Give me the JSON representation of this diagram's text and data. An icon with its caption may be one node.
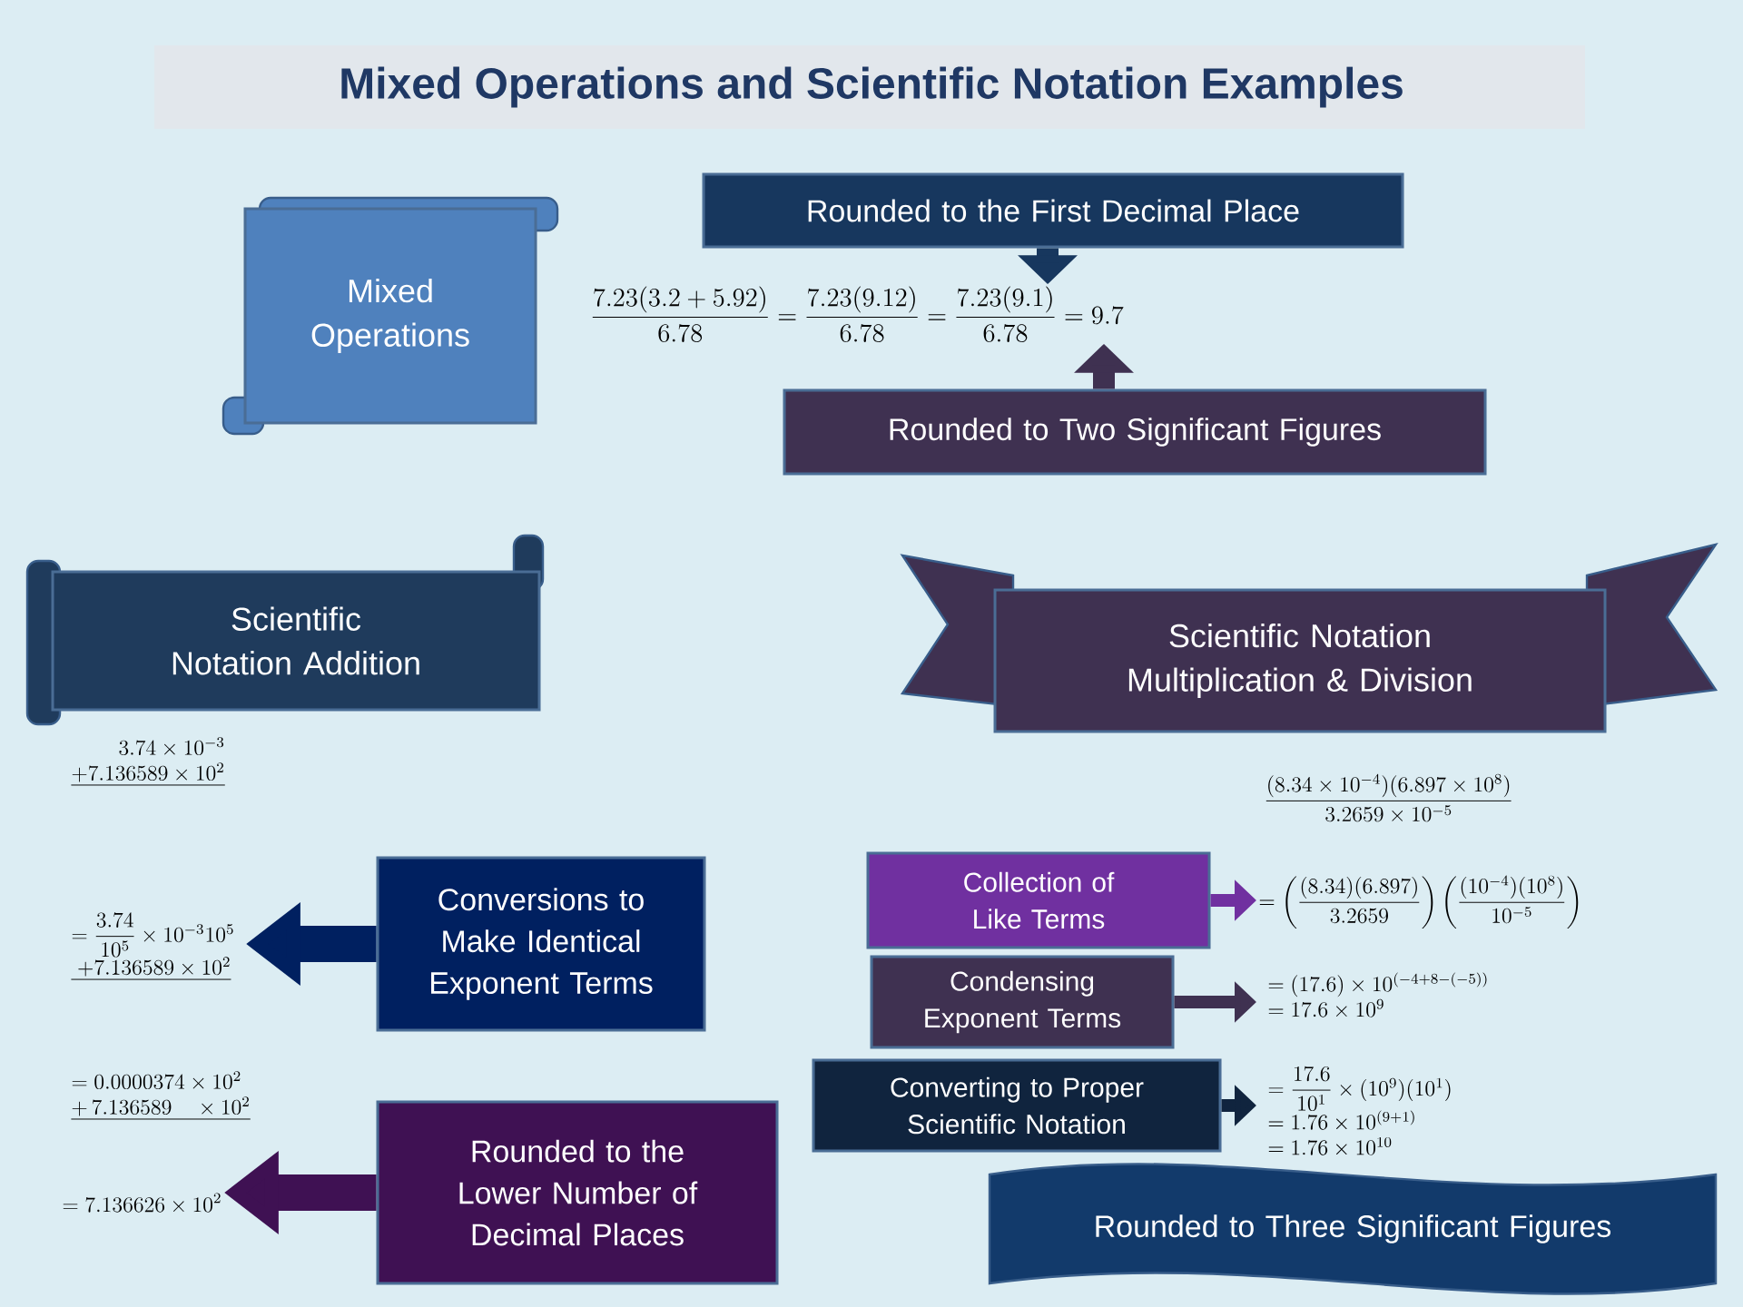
{
  "diagram": {
    "title": "Mixed Operations and Scientific Notation Examples",
    "nodes": [
      {
        "text": [
          "Mixed Operations"
        ]
      },
      {
        "text": [
          "Rounded to the First Decimal Place"
        ]
      },
      {
        "text": [
          "\\frac{7.23(3.2+5.92)}{6.78}=\\frac{7.23(9.12)}{6.78}=\\frac{7.23(9.1)}{6.78}=9.7"
        ]
      },
      {
        "text": [
          "Rounded to Two Significant Figures"
        ]
      },
      {
        "text": [
          "Scientific Notation Addition"
        ]
      },
      {
        "text": [
          "\\begin{array}{r}3.74\\times10^{-3}\\\\ \\underline{+7.136589\\times10^{2}}\\end{array}"
        ]
      },
      {
        "text": [
          "Conversions to Make Identical Exponent Terms"
        ]
      },
      {
        "text": [
          "\\begin{array}{l}=\\dfrac{3.74}{10^{5}}\\times10^{-3}10^{5}\\\\ \\underline{\\;+7.136589\\times10^{2}}\\end{array}"
        ]
      },
      {
        "text": [
          "\\begin{array}{l}=0.0000374\\times10^{2}\\\\ \\underline{+\\,7.136589\\quad\\times10^{2}}\\end{array}"
        ]
      },
      {
        "text": [
          "Rounded to the Lower Number of Decimal Places"
        ]
      },
      {
        "text": [
          "=7.136626\\times10^{2}"
        ]
      },
      {
        "text": [
          "Scientific Notation Multiplication & Division"
        ]
      },
      {
        "text": [
          "\\frac{(8.34\\times10^{-4})(6.897\\times10^{8})}{3.2659\\times10^{-5}}"
        ]
      },
      {
        "text": [
          "Collection of Like Terms"
        ]
      },
      {
        "text": [
          "=\\left(\\dfrac{(8.34)(6.897)}{3.2659}\\right)\\left(\\dfrac{(10^{-4})(10^{8})}{10^{-5}}\\right)"
        ]
      },
      {
        "text": [
          "Condensing Exponent Terms"
        ]
      },
      {
        "text": [
          "\\begin{array}{l}=(17.6)\\times10^{(-4+8-(-5))}\\\\=17.6\\times10^{9}\\end{array}"
        ]
      },
      {
        "text": [
          "Converting to Proper Scientific Notation"
        ]
      },
      {
        "text": [
          "\\begin{array}{l}=\\dfrac{17.6}{10^{1}}\\times(10^{9})(10^{1})\\\\=1.76\\times10^{(9+1)}\\\\=1.76\\times10^{10}\\end{array}"
        ]
      },
      {
        "text": [
          "Rounded to Three Significant Figures"
        ]
      }
    ],
    "edges": [
      {
        "from": 1,
        "to": 2,
        "arrow": "to",
        "color": "#17375e"
      },
      {
        "from": 3,
        "to": 2,
        "arrow": "to",
        "color": "#3f3151"
      },
      {
        "from": 6,
        "to": 7,
        "arrow": "to",
        "color": "#002060"
      },
      {
        "from": 9,
        "to": 10,
        "arrow": "to",
        "color": "#3f1153"
      },
      {
        "from": 13,
        "to": 14,
        "arrow": "to",
        "color": "#7030a0"
      },
      {
        "from": 15,
        "to": 16,
        "arrow": "to",
        "color": "#3f3151"
      },
      {
        "from": 17,
        "to": 18,
        "arrow": "to",
        "color": "#10243e"
      }
    ]
  }
}
